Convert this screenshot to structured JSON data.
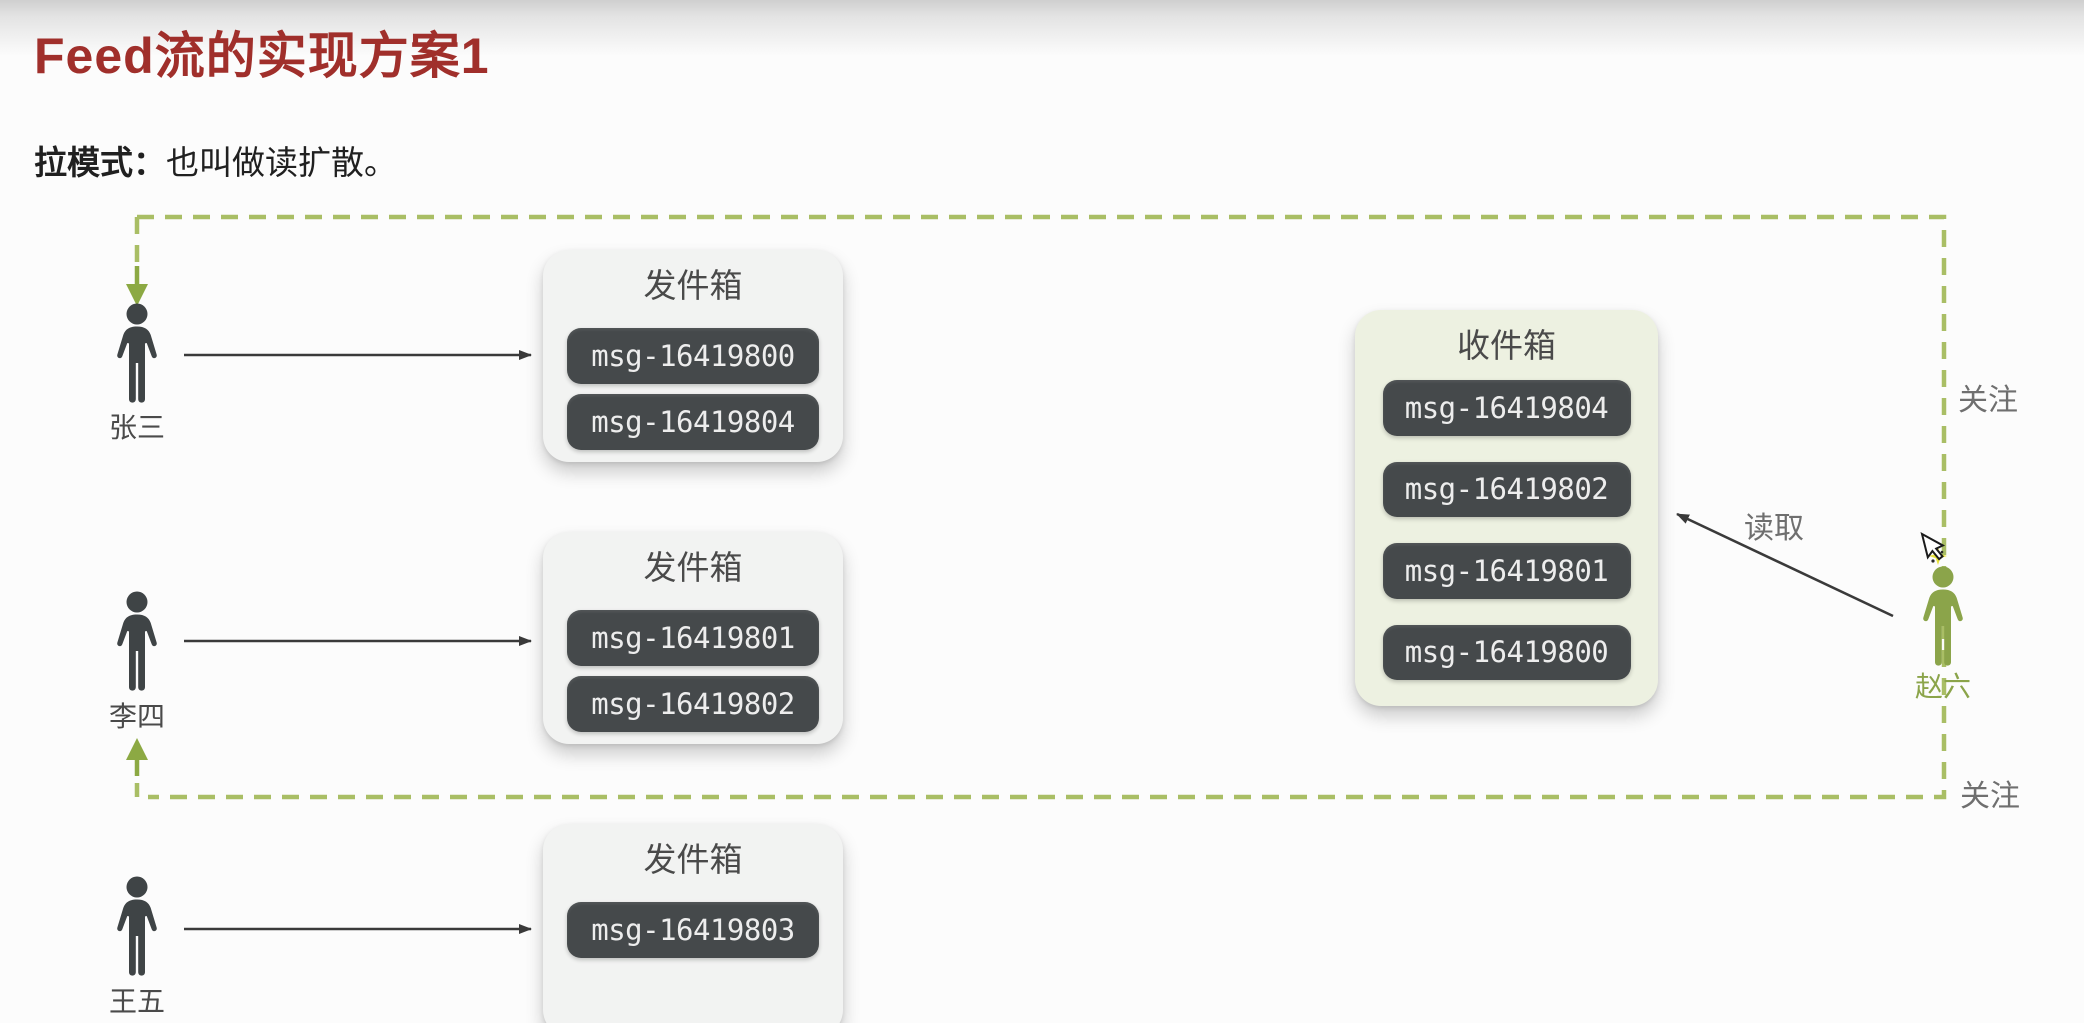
{
  "slide": {
    "title": "Feed流的实现方案1",
    "mode_label": "拉模式：",
    "mode_desc": "也叫做读扩散。"
  },
  "actors": {
    "zhangsan": "张三",
    "lisi": "李四",
    "wangwu": "王五",
    "zhaoliu": "赵六"
  },
  "outboxes": [
    {
      "title": "发件箱",
      "owner": "张三",
      "items": [
        "msg-16419800",
        "msg-16419804"
      ]
    },
    {
      "title": "发件箱",
      "owner": "李四",
      "items": [
        "msg-16419801",
        "msg-16419802"
      ]
    },
    {
      "title": "发件箱",
      "owner": "王五",
      "items": [
        "msg-16419803"
      ]
    }
  ],
  "inbox": {
    "title": "收件箱",
    "owner": "赵六",
    "items": [
      "msg-16419804",
      "msg-16419802",
      "msg-16419801",
      "msg-16419800"
    ]
  },
  "edge_labels": {
    "follow_top": "关注",
    "follow_bottom": "关注",
    "read": "读取"
  },
  "cursor": {
    "type": "mouse-pointer-with-highlight"
  },
  "colors": {
    "title_red": "#a02f2b",
    "dash_green": "#a9be65",
    "arrow_green": "#8ca943",
    "person_dark": "#3f4446",
    "person_green": "#8ba44a",
    "pill_bg": "#45494b",
    "pill_text": "#ededed",
    "outbox_bg": "#f2f3f2",
    "inbox_bg": "#edf1e1",
    "edge_label_gray": "#6f6f6f",
    "actor_label_gray": "#4a4a4a",
    "line_dark": "#3a3a3a",
    "cursor_yellow": "#e9e43c"
  }
}
